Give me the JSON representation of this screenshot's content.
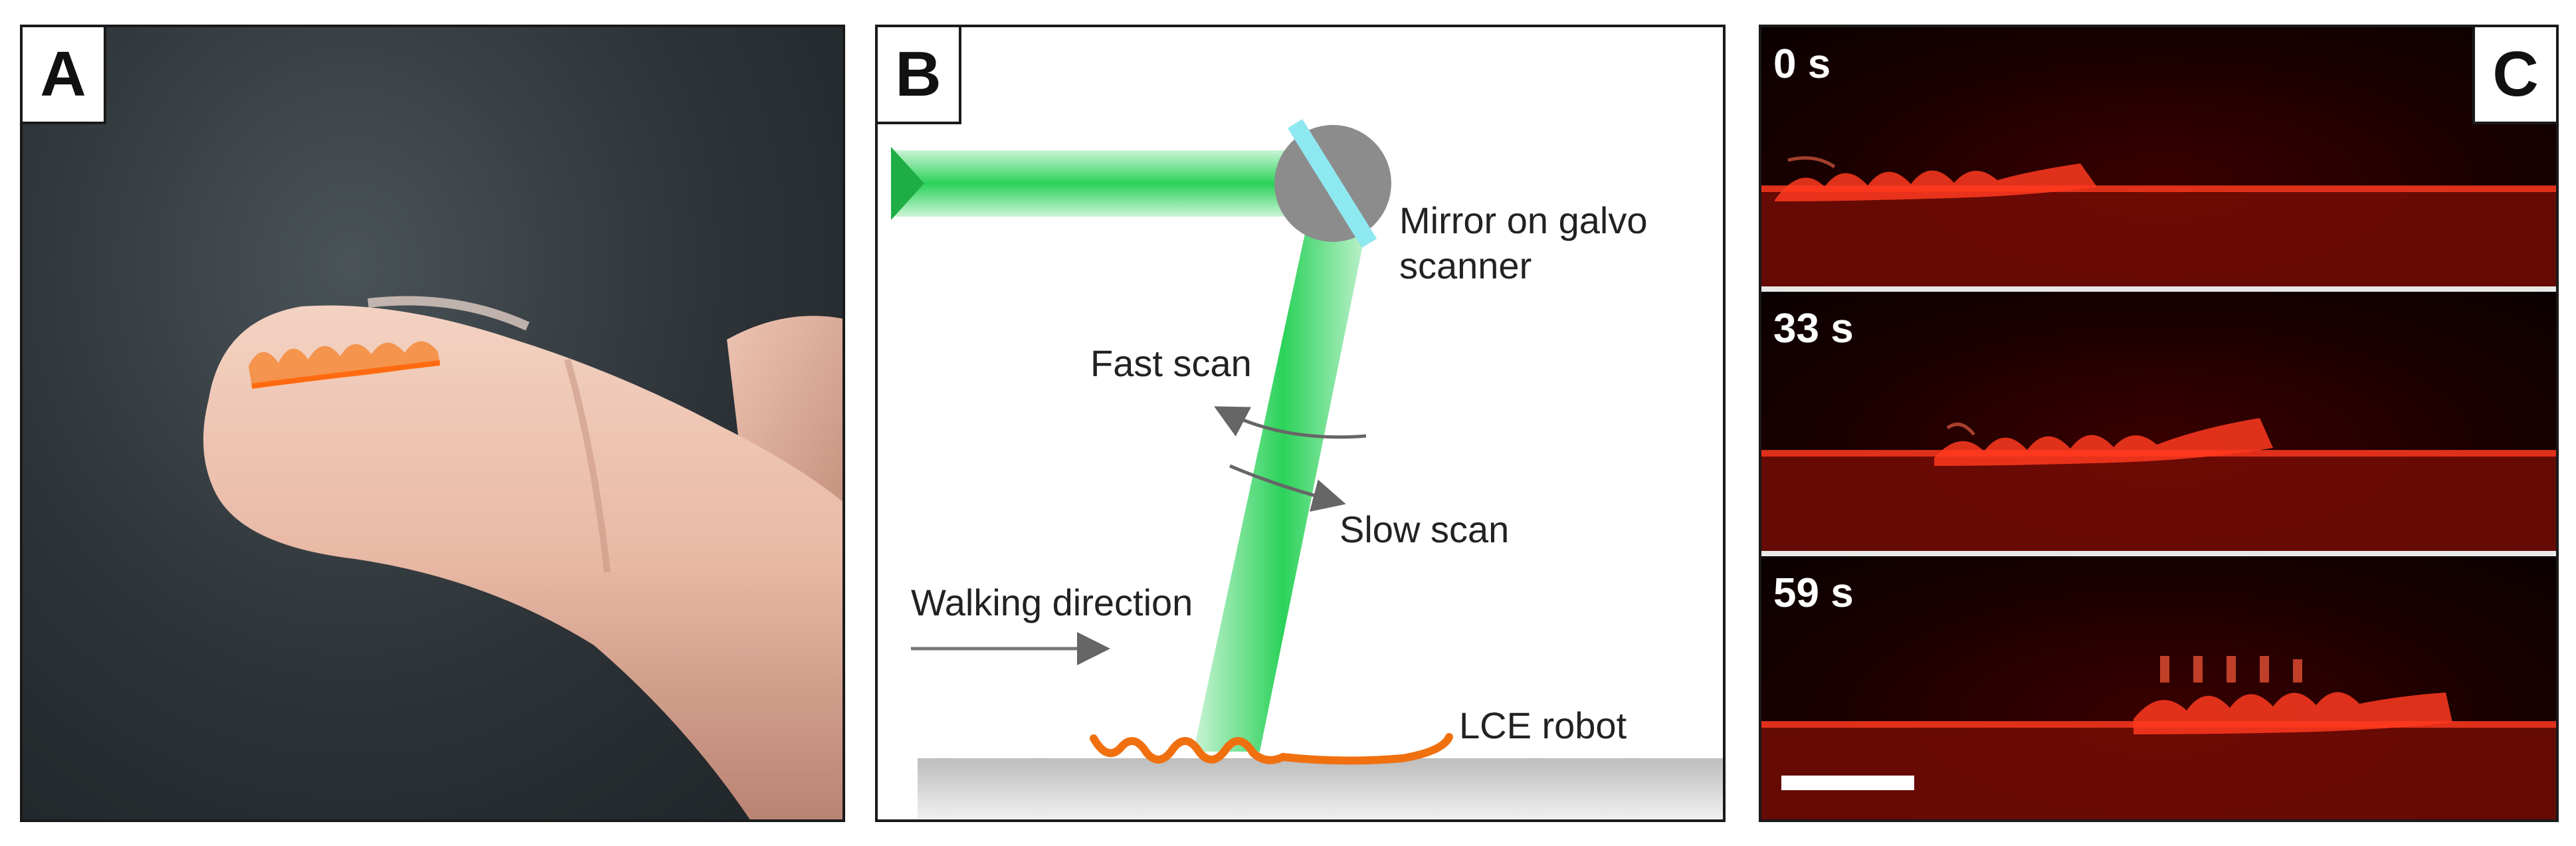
{
  "panels": {
    "a": {
      "label": "A"
    },
    "b": {
      "label": "B",
      "mirror_label_line1": "Mirror on galvo",
      "mirror_label_line2": "scanner",
      "fast_scan": "Fast scan",
      "slow_scan": "Slow scan",
      "walking_direction": "Walking direction",
      "robot_label": "LCE robot"
    },
    "c": {
      "label": "C",
      "frames": [
        {
          "time": "0 s"
        },
        {
          "time": "33 s"
        },
        {
          "time": "59 s"
        }
      ]
    }
  },
  "colors": {
    "laser_green": "#2bd25a",
    "mirror_cyan": "#8ee8f0",
    "robot_orange": "#f07010",
    "fluorescence_red": "#ff2a1a"
  }
}
